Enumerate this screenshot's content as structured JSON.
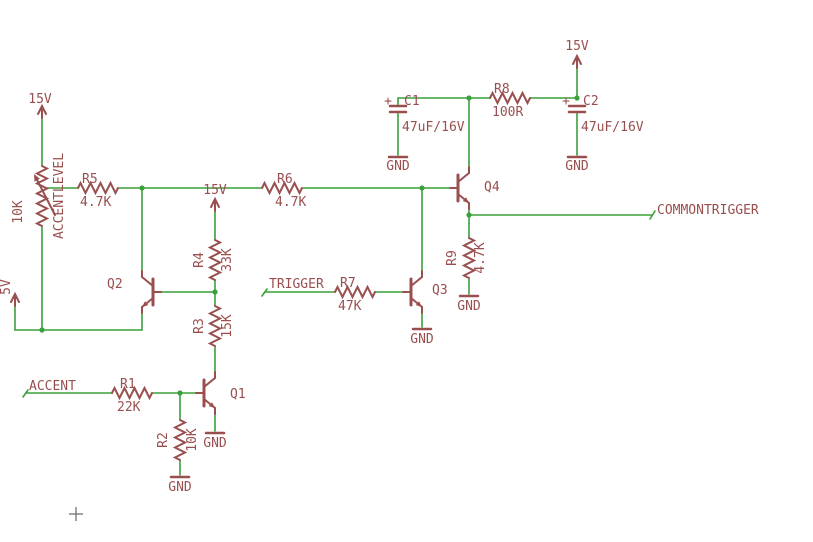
{
  "colors": {
    "wire": "#3aa03a",
    "component": "#9a4f4f",
    "background": "#ffffff",
    "origin_mark": "#666666"
  },
  "power": {
    "v15": "15V",
    "v5": "5V",
    "gnd": "GND"
  },
  "nets": {
    "accent": "ACCENT",
    "trigger": "TRIGGER",
    "common_trigger": "COMMONTRIGGER"
  },
  "components": {
    "pot": {
      "name": "ACCENTLEVEL",
      "value": "10K"
    },
    "r1": {
      "name": "R1",
      "value": "22K"
    },
    "r2": {
      "name": "R2",
      "value": "10K"
    },
    "r3": {
      "name": "R3",
      "value": "15K"
    },
    "r4": {
      "name": "R4",
      "value": "33K"
    },
    "r5": {
      "name": "R5",
      "value": "4.7K"
    },
    "r6": {
      "name": "R6",
      "value": "4.7K"
    },
    "r7": {
      "name": "R7",
      "value": "47K"
    },
    "r8": {
      "name": "R8",
      "value": "100R"
    },
    "r9": {
      "name": "R9",
      "value": "4.7K"
    },
    "c1": {
      "name": "C1",
      "value": "47uF/16V",
      "polarity": "+"
    },
    "c2": {
      "name": "C2",
      "value": "47uF/16V",
      "polarity": "+"
    },
    "q1": {
      "name": "Q1"
    },
    "q2": {
      "name": "Q2"
    },
    "q3": {
      "name": "Q3"
    },
    "q4": {
      "name": "Q4"
    }
  }
}
